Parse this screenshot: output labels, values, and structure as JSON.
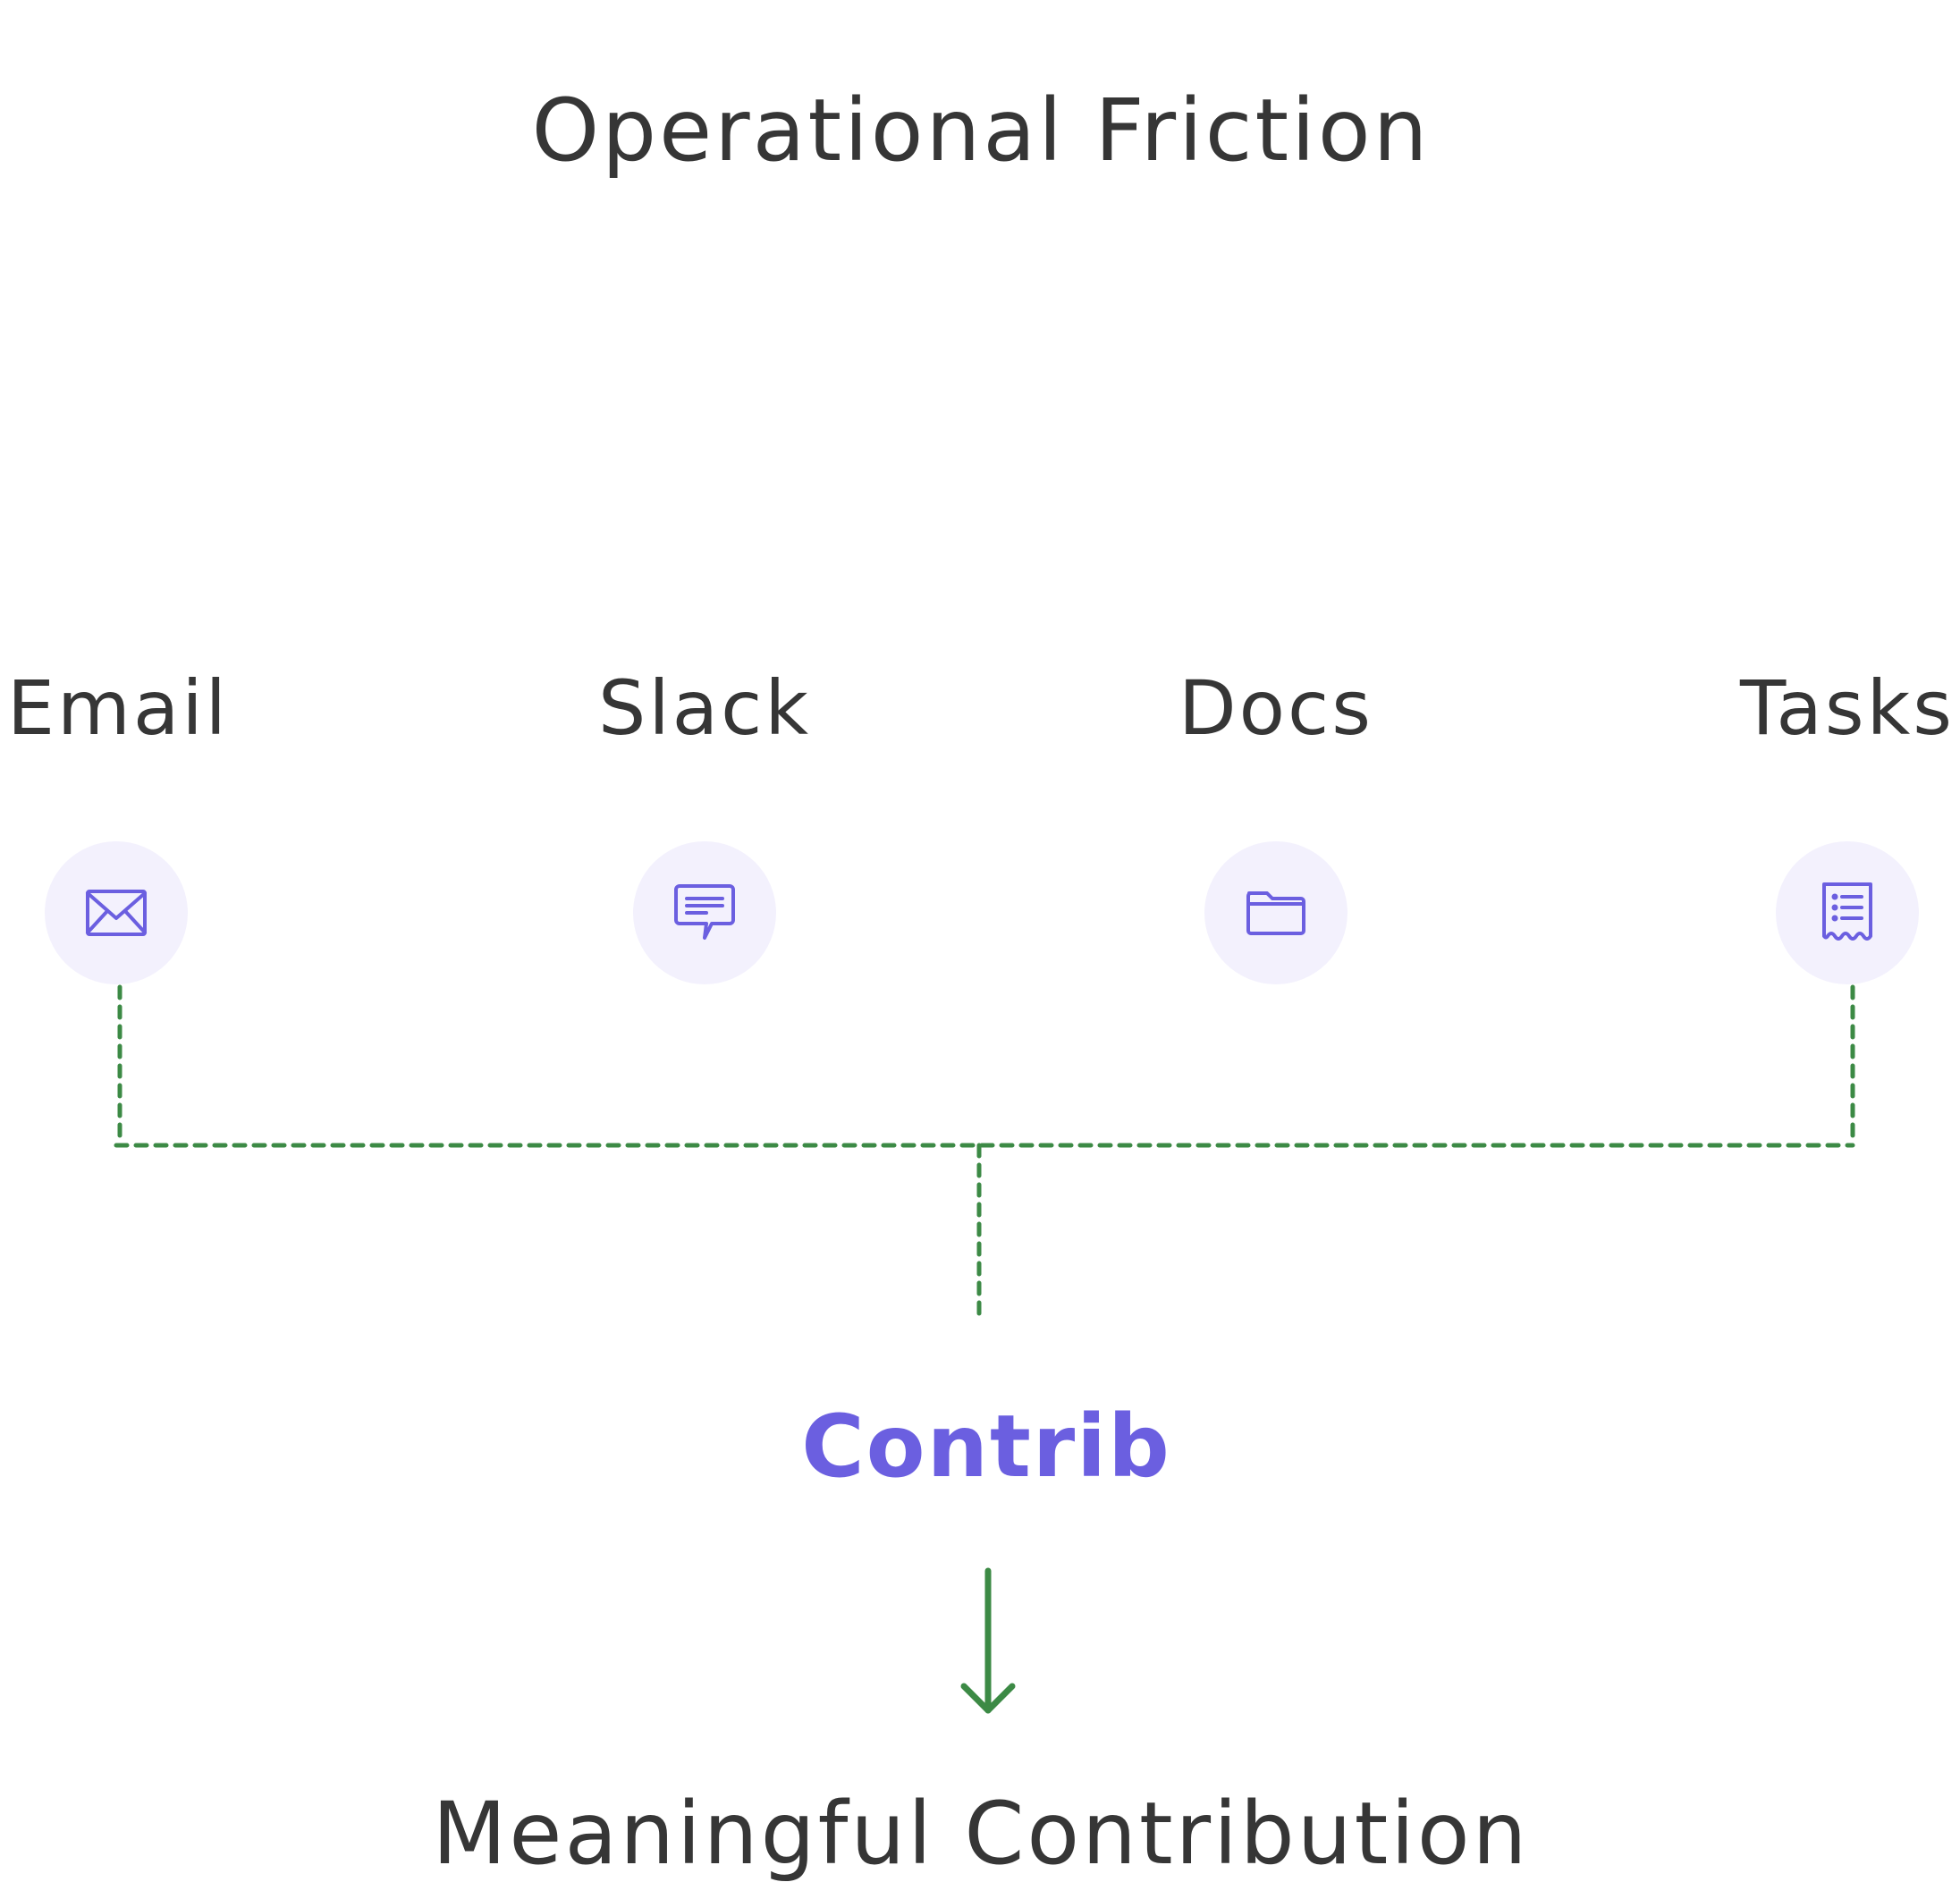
{
  "title": "Operational Friction",
  "sources": [
    {
      "label": "Email",
      "icon": "envelope-icon"
    },
    {
      "label": "Slack",
      "icon": "chat-bubble-icon"
    },
    {
      "label": "Docs",
      "icon": "folder-icon"
    },
    {
      "label": "Tasks",
      "icon": "receipt-list-icon"
    }
  ],
  "hub": "Contrib",
  "outcome": "Meaningful Contribution",
  "colors": {
    "text": "#363636",
    "accent": "#6b5fe0",
    "friction_line_start": "#5b8de0",
    "friction_line_end": "#5f4fe4",
    "flow_line": "#3c8a45",
    "icon_bg": "#f3f1fd"
  }
}
